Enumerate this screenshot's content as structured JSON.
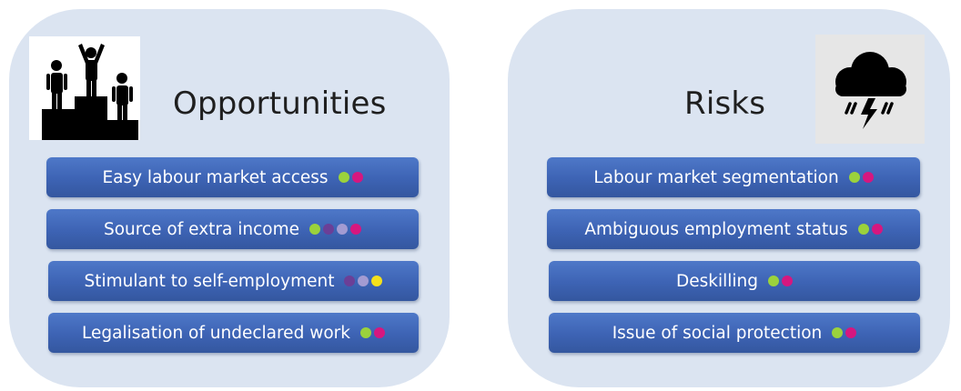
{
  "colors": {
    "panel_bg": "#dbe4f1",
    "pill_bg": "#4069b8",
    "green": "#9bd23c",
    "magenta": "#d6177f",
    "purple": "#6b3f97",
    "lavender": "#a39bd2",
    "yellow": "#f4e01b"
  },
  "opportunities": {
    "title": "Opportunities",
    "icon": "podium-people-icon",
    "items": [
      {
        "label": "Easy labour market access",
        "dots": [
          "green",
          "magenta"
        ]
      },
      {
        "label": "Source of extra income",
        "dots": [
          "green",
          "purple",
          "lavender",
          "magenta"
        ]
      },
      {
        "label": "Stimulant to self-employment",
        "dots": [
          "purple",
          "lavender",
          "yellow"
        ]
      },
      {
        "label": "Legalisation of undeclared work",
        "dots": [
          "green",
          "magenta"
        ]
      }
    ]
  },
  "risks": {
    "title": "Risks",
    "icon": "storm-cloud-icon",
    "items": [
      {
        "label": "Labour market segmentation",
        "dots": [
          "green",
          "magenta"
        ]
      },
      {
        "label": "Ambiguous employment status",
        "dots": [
          "green",
          "magenta"
        ]
      },
      {
        "label": "Deskilling",
        "dots": [
          "green",
          "magenta"
        ]
      },
      {
        "label": "Issue of social protection",
        "dots": [
          "green",
          "magenta"
        ]
      }
    ]
  }
}
